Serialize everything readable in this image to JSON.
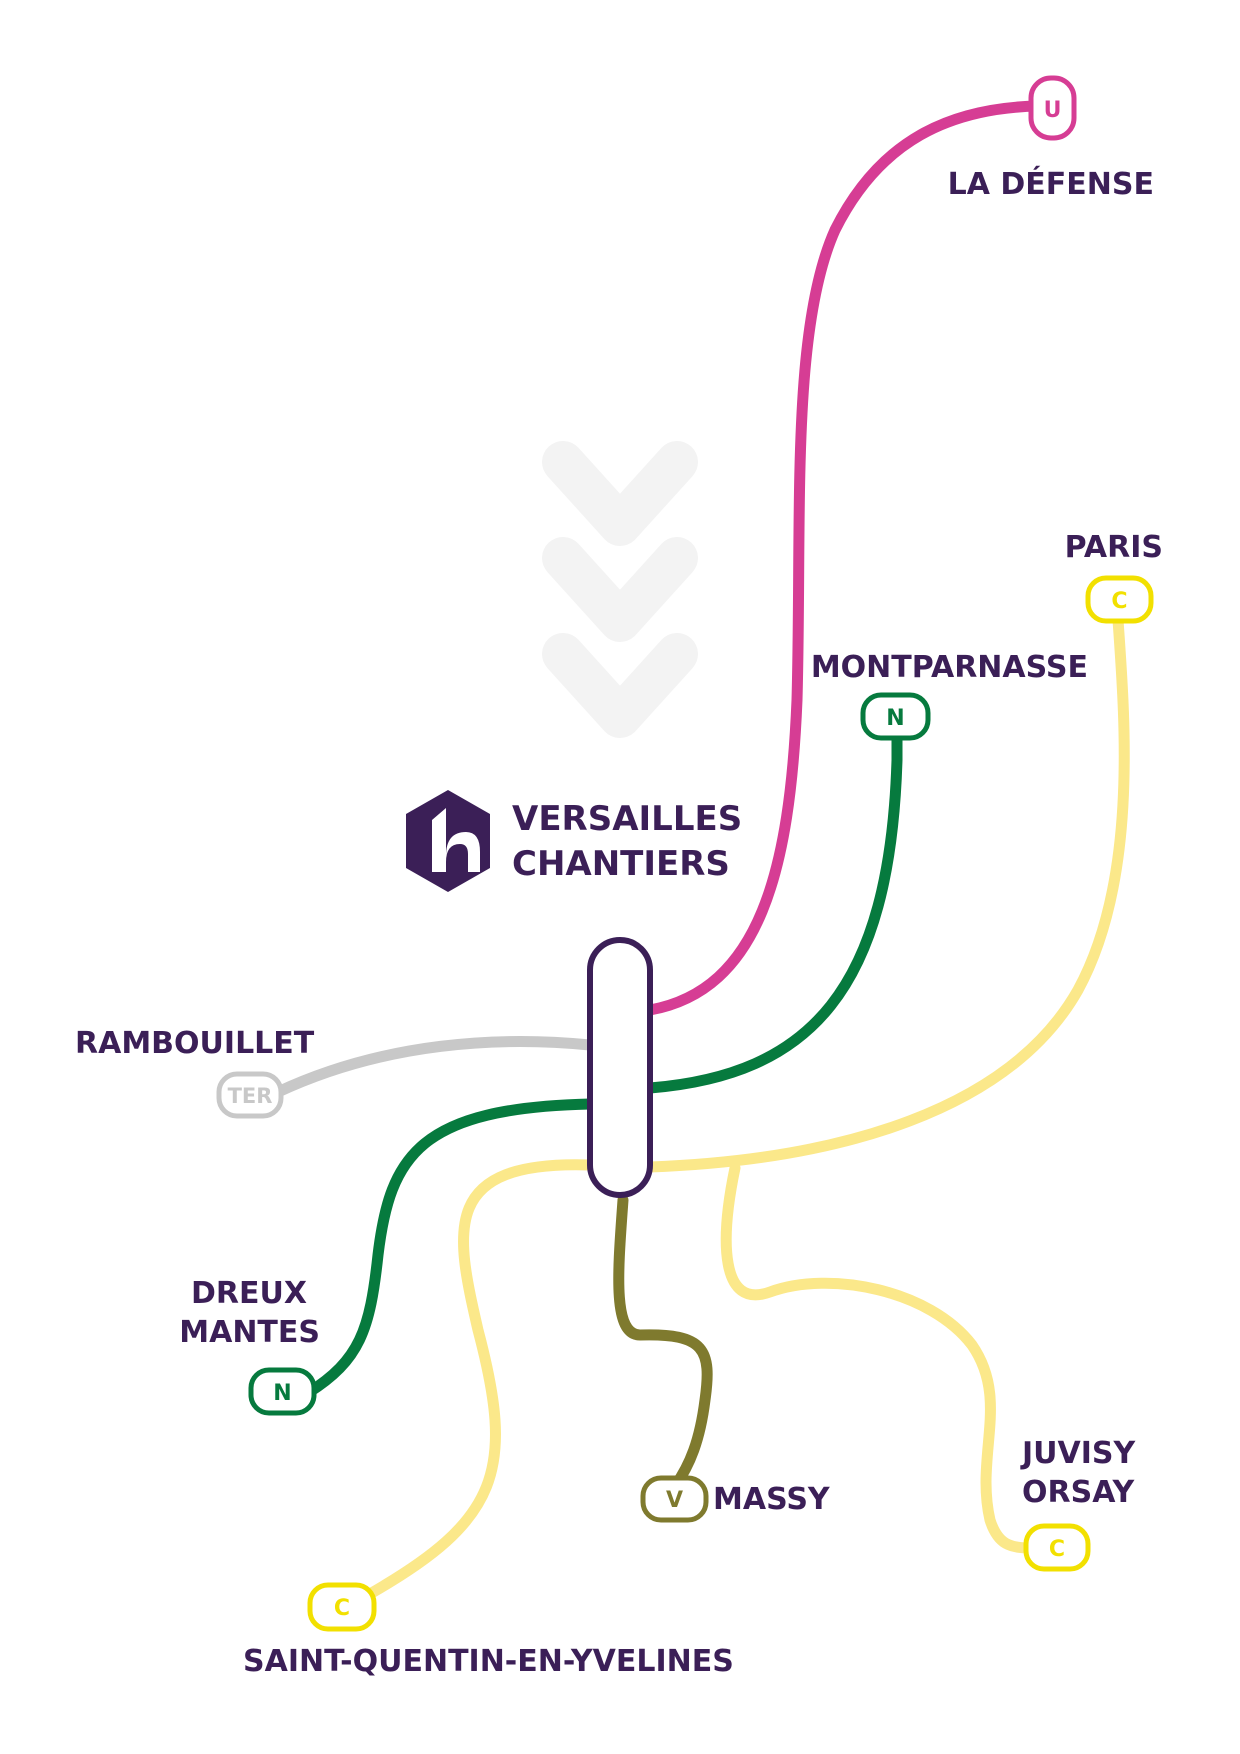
{
  "station": {
    "name_line1": "VERSAILLES",
    "name_line2": "CHANTIERS",
    "logo_icon": "hub-hexagon-logo-icon"
  },
  "colors": {
    "line_u": "#d63d94",
    "line_n": "#067a3e",
    "line_c": "#fbe88a",
    "line_c_badge": "#f2e000",
    "line_v": "#7f7a2e",
    "line_ter": "#c8c8c8",
    "label": "#3b1f57",
    "station_outline": "#3b1f57",
    "chevrons": "#f3f3f3"
  },
  "destinations": {
    "la_defense": {
      "label": "LA DÉFENSE",
      "line": "U"
    },
    "montparnasse": {
      "label": "MONTPARNASSE",
      "line": "N"
    },
    "paris": {
      "label": "PARIS",
      "line": "C"
    },
    "rambouillet": {
      "label": "RAMBOUILLET",
      "line": "TER"
    },
    "dreux_mantes": {
      "label_line1": "DREUX",
      "label_line2": "MANTES",
      "line": "N"
    },
    "massy": {
      "label": "MASSY",
      "line": "V"
    },
    "juvisy_orsay": {
      "label_line1": "JUVISY",
      "label_line2": "ORSAY",
      "line": "C"
    },
    "saint_quentin": {
      "label": "SAINT-QUENTIN-EN-YVELINES",
      "line": "C"
    }
  },
  "decor": {
    "chevron_icon": "chevron-down-icon"
  }
}
